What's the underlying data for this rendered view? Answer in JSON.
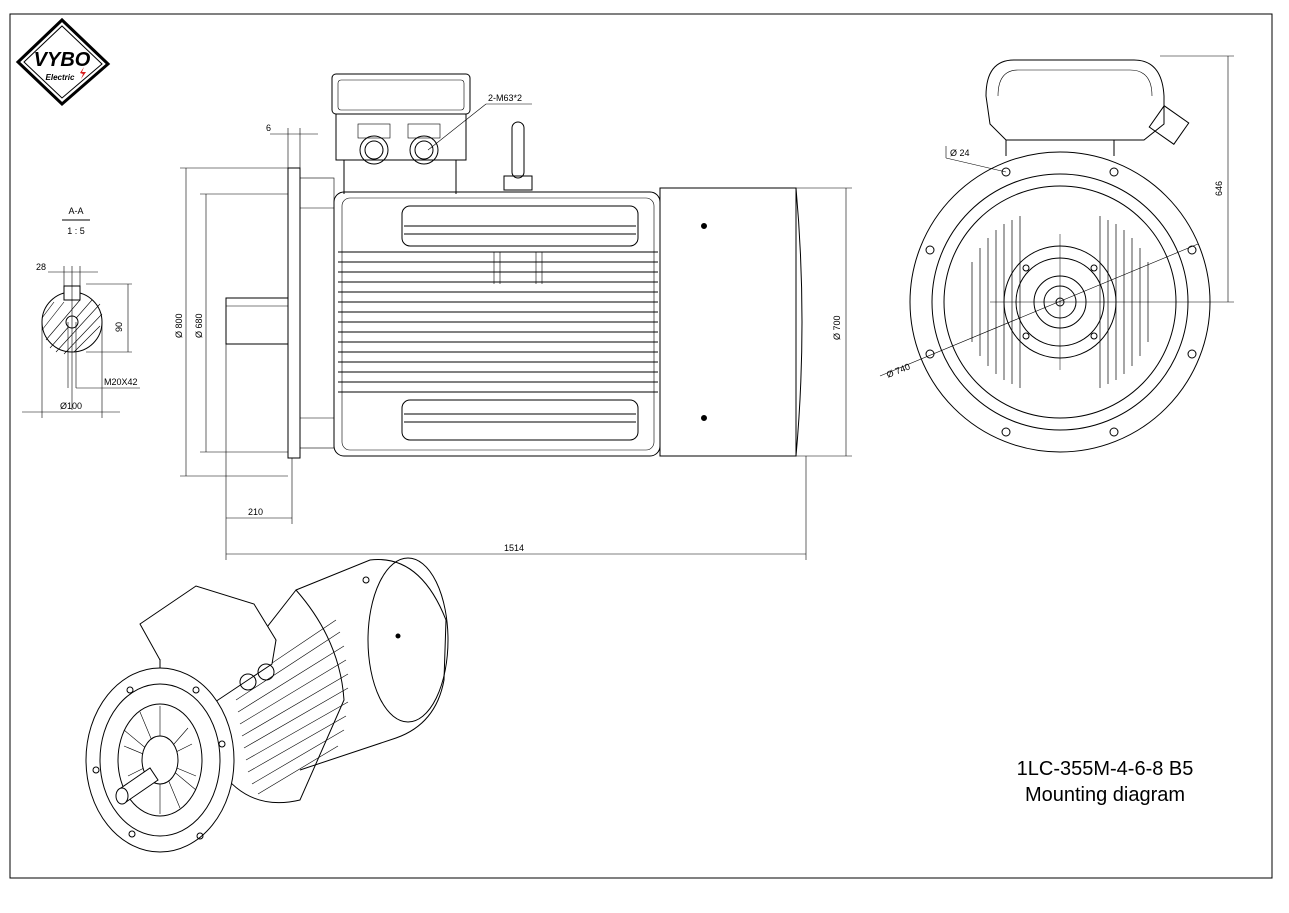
{
  "logo": {
    "brand": "VYBO",
    "sub": "Electric",
    "colors": {
      "stroke": "#000000",
      "accent": "#d81e1e"
    }
  },
  "caption": {
    "model": "1LC-355M-4-6-8 B5",
    "subtitle": "Mounting diagram"
  },
  "section": {
    "label": "A-A",
    "scale": "1 : 5",
    "dims": {
      "key_width": "28",
      "height": "90",
      "thread": "M20X42",
      "shaft_dia": "Ø100"
    }
  },
  "side_view": {
    "dims": {
      "flange_thickness": "6",
      "cable_glands": "2-M63*2",
      "flange_outer": "Ø 800",
      "spigot": "Ø 680",
      "shaft_length": "210",
      "total_length": "1514",
      "body_dia": "Ø 700"
    }
  },
  "end_view": {
    "dims": {
      "hole_dia": "Ø 24",
      "height": "646",
      "pcd": "Ø 740"
    }
  }
}
